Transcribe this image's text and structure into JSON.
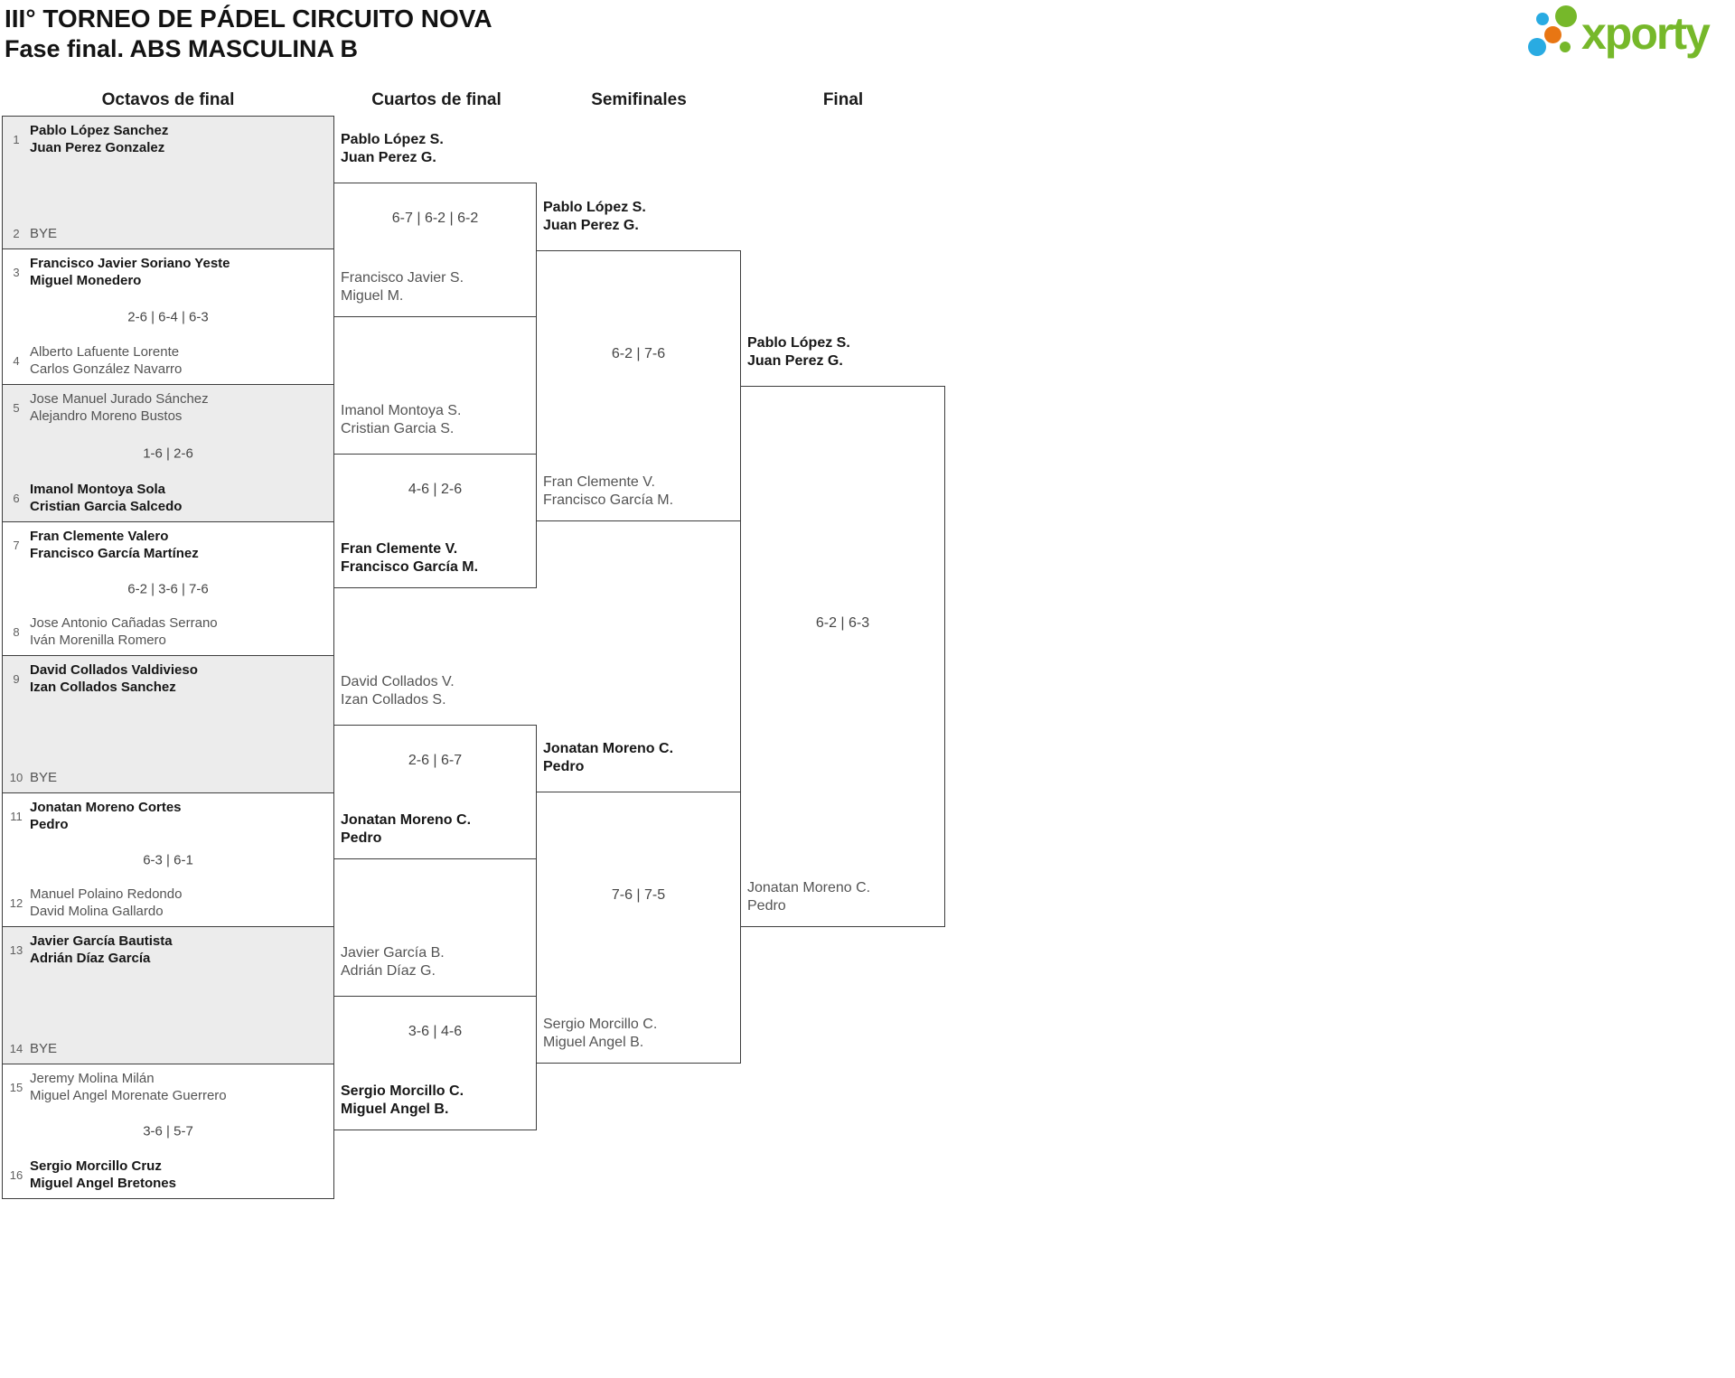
{
  "header": {
    "title": "III° TORNEO DE PÁDEL CIRCUITO NOVA",
    "subtitle": "Fase final. ABS MASCULINA B"
  },
  "logo": {
    "brand": "xporty",
    "colors": {
      "green": "#76b82a",
      "blue": "#29abe2",
      "orange": "#e87613"
    }
  },
  "columns": [
    "Octavos de final",
    "Cuartos de final",
    "Semifinales",
    "Final"
  ],
  "bracket": {
    "octavos": [
      {
        "seed1": "1",
        "team1": [
          "Pablo López Sanchez",
          "Juan Perez Gonzalez"
        ],
        "seed2": "2",
        "team2": [
          "BYE"
        ],
        "winner": "team1"
      },
      {
        "seed1": "3",
        "team1": [
          "Francisco Javier Soriano Yeste",
          "Miguel Monedero"
        ],
        "score": "2-6 | 6-4 | 6-3",
        "seed2": "4",
        "team2": [
          "Alberto Lafuente Lorente",
          "Carlos González Navarro"
        ],
        "winner": "team1"
      },
      {
        "seed1": "5",
        "team1": [
          "Jose Manuel Jurado Sánchez",
          "Alejandro Moreno Bustos"
        ],
        "score": "1-6 | 2-6",
        "seed2": "6",
        "team2": [
          "Imanol Montoya Sola",
          "Cristian Garcia Salcedo"
        ],
        "winner": "team2"
      },
      {
        "seed1": "7",
        "team1": [
          "Fran Clemente Valero",
          "Francisco García Martínez"
        ],
        "score": "6-2 | 3-6 | 7-6",
        "seed2": "8",
        "team2": [
          "Jose Antonio Cañadas Serrano",
          "Iván Morenilla Romero"
        ],
        "winner": "team1"
      },
      {
        "seed1": "9",
        "team1": [
          "David Collados Valdivieso",
          "Izan Collados Sanchez"
        ],
        "seed2": "10",
        "team2": [
          "BYE"
        ],
        "winner": "team1"
      },
      {
        "seed1": "11",
        "team1": [
          "Jonatan Moreno Cortes",
          "Pedro"
        ],
        "score": "6-3 | 6-1",
        "seed2": "12",
        "team2": [
          "Manuel Polaino Redondo",
          "David Molina Gallardo"
        ],
        "winner": "team1"
      },
      {
        "seed1": "13",
        "team1": [
          "Javier García Bautista",
          "Adrián Díaz García"
        ],
        "seed2": "14",
        "team2": [
          "BYE"
        ],
        "winner": "team1"
      },
      {
        "seed1": "15",
        "team1": [
          "Jeremy Molina Milán",
          "Miguel Angel Morenate Guerrero"
        ],
        "score": "3-6 | 5-7",
        "seed2": "16",
        "team2": [
          "Sergio Morcillo Cruz",
          "Miguel Angel Bretones"
        ],
        "winner": "team2"
      }
    ],
    "cuartos": [
      {
        "team1": [
          "Pablo López S.",
          "Juan Perez G."
        ],
        "score": "6-7 | 6-2 | 6-2",
        "team2": [
          "Francisco Javier S.",
          "Miguel M."
        ],
        "winner": "team1"
      },
      {
        "team1": [
          "Imanol Montoya S.",
          "Cristian Garcia S."
        ],
        "score": "4-6 | 2-6",
        "team2": [
          "Fran Clemente V.",
          "Francisco García M."
        ],
        "winner": "team2"
      },
      {
        "team1": [
          "David Collados V.",
          "Izan Collados S."
        ],
        "score": "2-6 | 6-7",
        "team2": [
          "Jonatan Moreno C.",
          "Pedro"
        ],
        "winner": "team2"
      },
      {
        "team1": [
          "Javier García B.",
          "Adrián Díaz G."
        ],
        "score": "3-6 | 4-6",
        "team2": [
          "Sergio Morcillo C.",
          "Miguel Angel B."
        ],
        "winner": "team2"
      }
    ],
    "semifinales": [
      {
        "team1": [
          "Pablo López S.",
          "Juan Perez G."
        ],
        "score": "6-2 | 7-6",
        "team2": [
          "Fran Clemente V.",
          "Francisco García M."
        ],
        "winner": "team1"
      },
      {
        "team1": [
          "Jonatan Moreno C.",
          "Pedro"
        ],
        "score": "7-6 | 7-5",
        "team2": [
          "Sergio Morcillo C.",
          "Miguel Angel B."
        ],
        "winner": "team1"
      }
    ],
    "final": [
      {
        "team1": [
          "Pablo López S.",
          "Juan Perez G."
        ],
        "score": "6-2 | 6-3",
        "team2": [
          "Jonatan Moreno C.",
          "Pedro"
        ],
        "winner": "team1"
      }
    ]
  }
}
